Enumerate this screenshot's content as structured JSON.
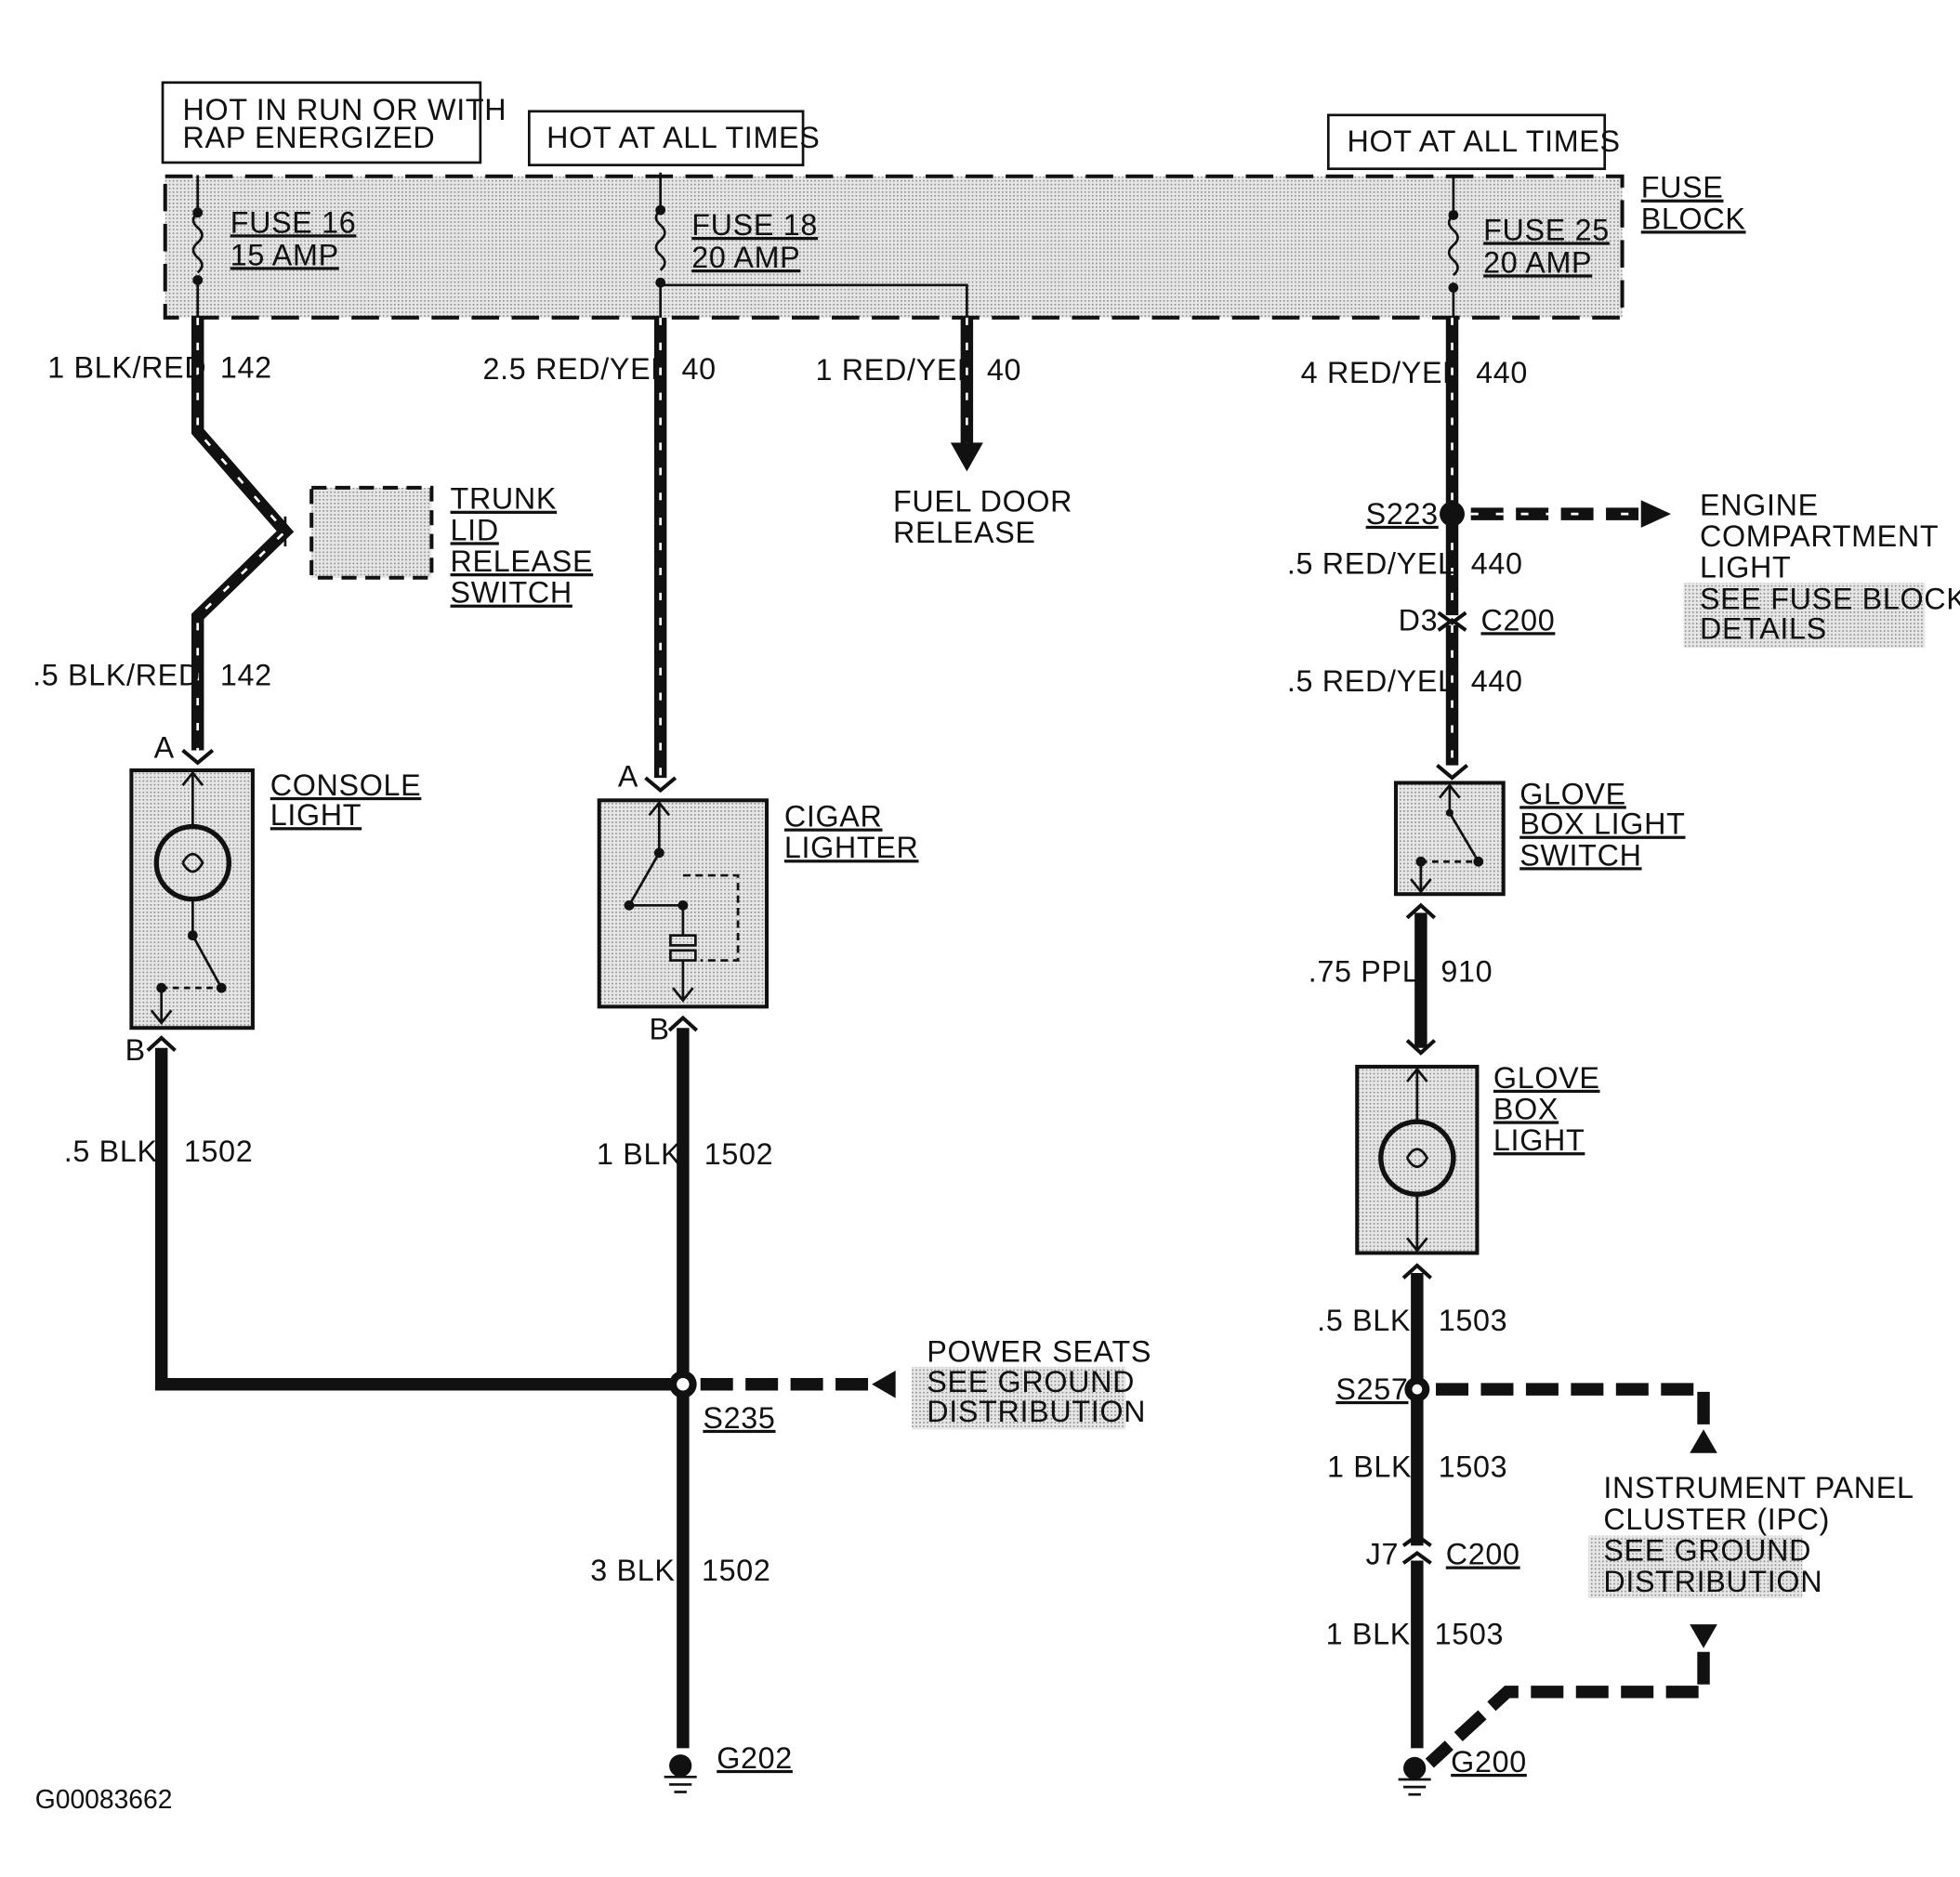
{
  "power_labels": {
    "run": [
      "HOT IN RUN OR WITH",
      "RAP ENERGIZED"
    ],
    "hot1": "HOT AT ALL TIMES",
    "hot2": "HOT AT ALL TIMES"
  },
  "fuse_block": {
    "label": [
      "FUSE",
      "BLOCK"
    ],
    "fuses": [
      {
        "name": "FUSE 16",
        "rating": "15 AMP"
      },
      {
        "name": "FUSE 18",
        "rating": "20 AMP"
      },
      {
        "name": "FUSE 25",
        "rating": "20 AMP"
      }
    ]
  },
  "wires": {
    "w142_top": {
      "gauge": "1 BLK/RED",
      "circuit": "142"
    },
    "w142_bot": {
      "gauge": ".5 BLK/RED",
      "circuit": "142"
    },
    "w40_main": {
      "gauge": "2.5 RED/YEL",
      "circuit": "40"
    },
    "w40_fuel": {
      "gauge": "1 RED/YEL",
      "circuit": "40"
    },
    "w440_top": {
      "gauge": "4 RED/YEL",
      "circuit": "440"
    },
    "w440_mid": {
      "gauge": ".5 RED/YEL",
      "circuit": "440"
    },
    "w440_bot": {
      "gauge": ".5 RED/YEL",
      "circuit": "440"
    },
    "w910": {
      "gauge": ".75 PPL",
      "circuit": "910"
    },
    "w1502_left": {
      "gauge": ".5 BLK",
      "circuit": "1502"
    },
    "w1502_mid": {
      "gauge": "1 BLK",
      "circuit": "1502"
    },
    "w1502_bot": {
      "gauge": "3 BLK",
      "circuit": "1502"
    },
    "w1503_a": {
      "gauge": ".5 BLK",
      "circuit": "1503"
    },
    "w1503_b": {
      "gauge": "1 BLK",
      "circuit": "1503"
    },
    "w1503_c": {
      "gauge": "1 BLK",
      "circuit": "1503"
    }
  },
  "components": {
    "trunk": [
      "TRUNK",
      "LID",
      "RELEASE",
      "SWITCH"
    ],
    "console": [
      "CONSOLE",
      "LIGHT"
    ],
    "cigar": [
      "CIGAR",
      "LIGHTER"
    ],
    "glove_switch": [
      "GLOVE",
      "BOX LIGHT",
      "SWITCH"
    ],
    "glove_light": [
      "GLOVE",
      "BOX",
      "LIGHT"
    ],
    "fuel_door": [
      "FUEL DOOR",
      "RELEASE"
    ]
  },
  "refs": {
    "engine": {
      "lines": [
        "ENGINE",
        "COMPARTMENT",
        "LIGHT"
      ],
      "see": [
        "SEE FUSE BLOCK",
        "DETAILS"
      ]
    },
    "power_seats": {
      "lines": [
        "POWER SEATS"
      ],
      "see": [
        "SEE GROUND",
        "DISTRIBUTION"
      ]
    },
    "ipc": {
      "lines": [
        "INSTRUMENT PANEL",
        "CLUSTER (IPC)"
      ],
      "see": [
        "SEE GROUND",
        "DISTRIBUTION"
      ]
    }
  },
  "splices": {
    "s223": "S223",
    "s235": "S235",
    "s257": "S257"
  },
  "connectors": {
    "c200_top": {
      "pin": "D3",
      "name": "C200"
    },
    "c200_bot": {
      "pin": "J7",
      "name": "C200"
    },
    "console_a": "A",
    "console_b": "B",
    "cigar_a": "A",
    "cigar_b": "B"
  },
  "grounds": {
    "g202": "G202",
    "g200": "G200"
  },
  "figure_id": "G00083662",
  "colors": {
    "ink": "#111111",
    "shade": "#cfcfcf",
    "paper": "#ffffff"
  }
}
